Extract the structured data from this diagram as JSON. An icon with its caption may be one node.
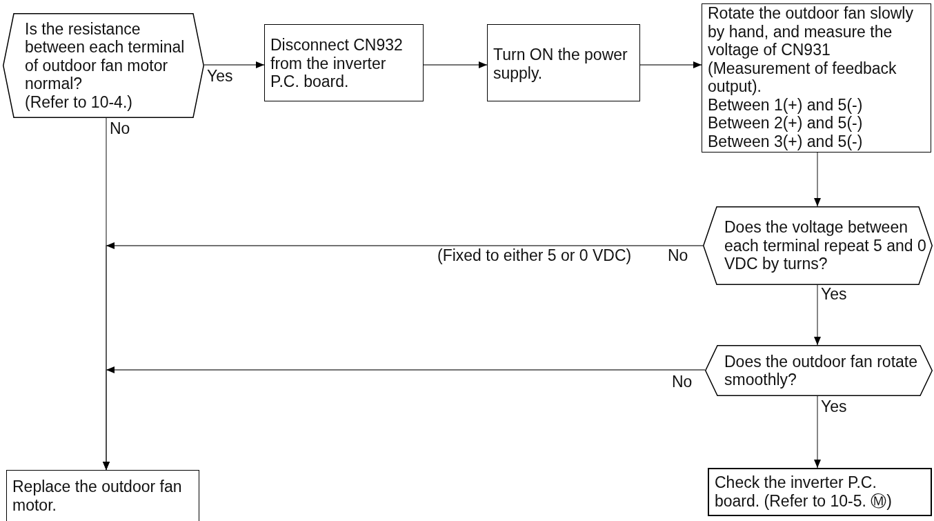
{
  "diagram": {
    "nodes": [
      {
        "text": [
          "Is the resistance between each terminal of outdoor fan motor normal?",
          "(Refer to 10-4.)"
        ]
      },
      {
        "text": [
          "Disconnect CN932 from the inverter P.C. board."
        ]
      },
      {
        "text": [
          "Turn ON the power supply."
        ]
      },
      {
        "text": [
          "Rotate the outdoor fan slowly by hand, and measure the voltage of CN931 (Measurement of feedback output).",
          "Between 1(+) and 5(-)",
          "Between 2(+) and 5(-)",
          "Between 3(+) and 5(-)"
        ]
      },
      {
        "text": [
          "Does the voltage between each terminal repeat 5 and 0 VDC by turns?"
        ]
      },
      {
        "text": [
          "Does the outdoor fan rotate smoothly?"
        ]
      },
      {
        "text": [
          "Replace the outdoor fan motor."
        ]
      },
      {
        "text": [
          "Check the inverter P.C. board. (Refer to 10-5. Ⓜ)"
        ]
      }
    ],
    "edges": [
      {
        "from": 0,
        "to": 1,
        "arrow": "to",
        "label": "Yes"
      },
      {
        "from": 1,
        "to": 2,
        "arrow": "to"
      },
      {
        "from": 2,
        "to": 3,
        "arrow": "to"
      },
      {
        "from": 3,
        "to": 4,
        "arrow": "to"
      },
      {
        "from": 4,
        "to": 5,
        "arrow": "to",
        "label": "Yes"
      },
      {
        "from": 5,
        "to": 7,
        "arrow": "to",
        "label": "Yes"
      },
      {
        "from": 0,
        "to": 6,
        "arrow": "to",
        "label": "No"
      },
      {
        "from": 4,
        "to": 6,
        "arrow": "to",
        "label": "No"
      },
      {
        "from": 5,
        "to": 6,
        "arrow": "to",
        "label": "No"
      }
    ],
    "labels": [
      "(Fixed to either 5 or 0 VDC)"
    ]
  }
}
